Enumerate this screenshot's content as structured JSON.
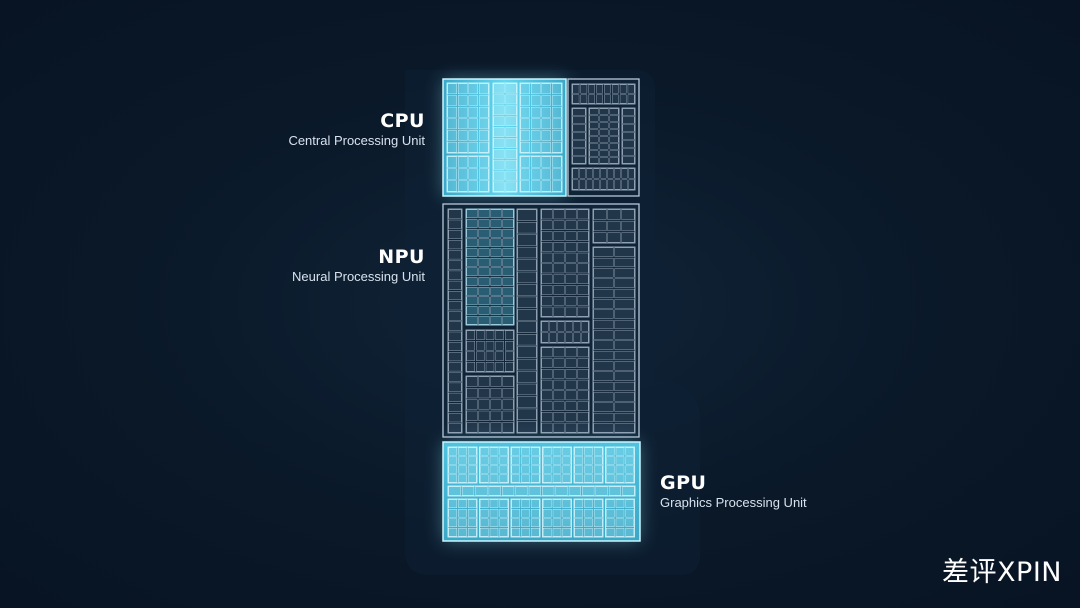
{
  "blocks": [
    {
      "id": "cpu",
      "name": "CPU",
      "full_name": "Central Processing Unit"
    },
    {
      "id": "npu",
      "name": "NPU",
      "full_name": "Neural Processing Unit"
    },
    {
      "id": "gpu",
      "name": "GPU",
      "full_name": "Graphics Processing Unit"
    }
  ],
  "watermark": "差评XPIN",
  "colors": {
    "background": "#0b1a2b",
    "glow_block": "#7fe6ff",
    "dim_block_outline": "#b8c8d8",
    "text": "#ffffff"
  }
}
